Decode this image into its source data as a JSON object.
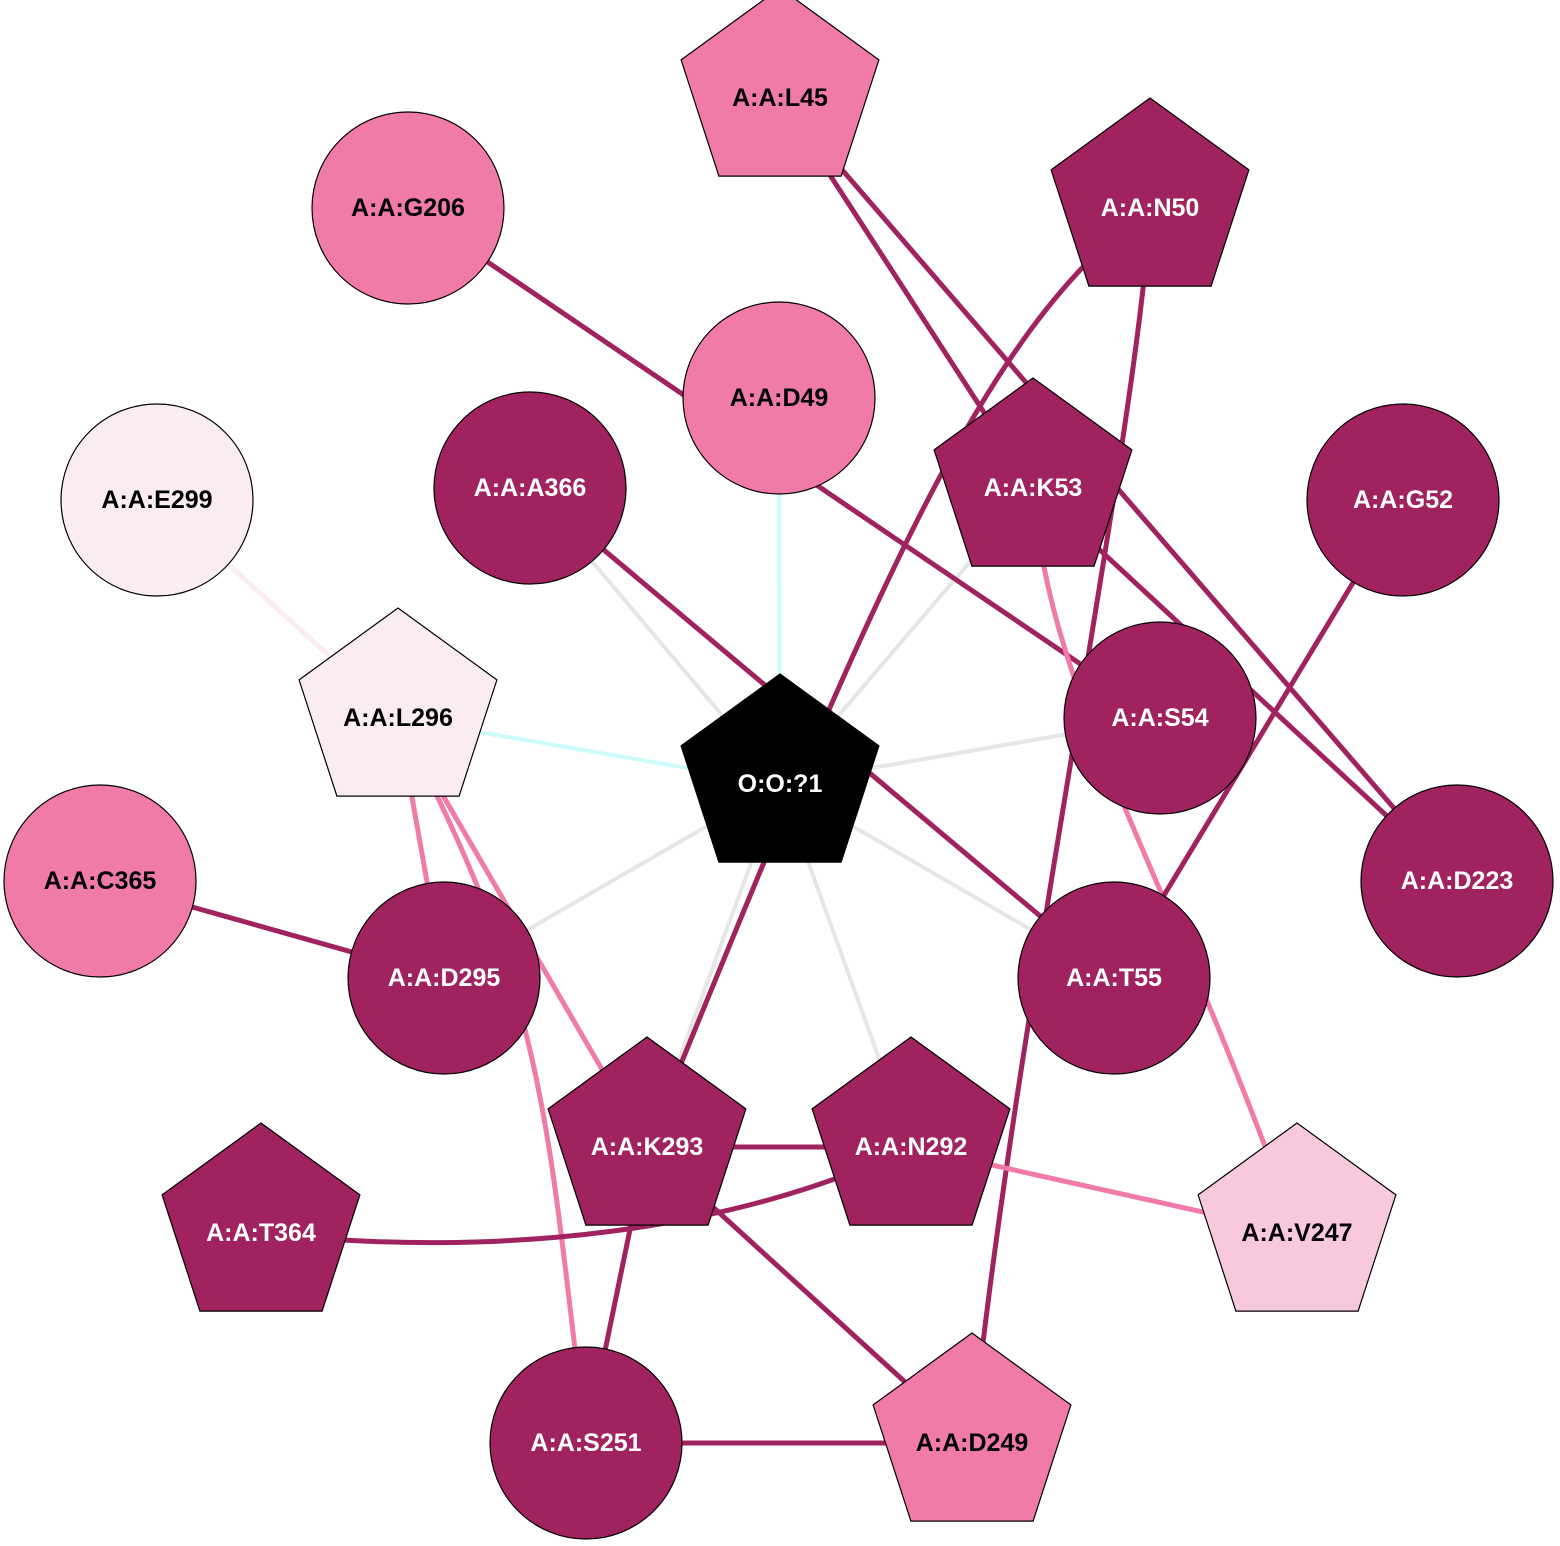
{
  "colors": {
    "dark": "#a0225e",
    "medium": "#f07aa8",
    "light": "#f8c8dc",
    "pale": "#fbebf2",
    "center": "#000000",
    "hydrophobic": "#e6e6e6",
    "cyan": "#ccfcfc",
    "edge_dark": "#a0225e",
    "edge_medium": "#f07aa8",
    "edge_pale": "#fbebf2"
  },
  "nodes": [
    {
      "id": "L45",
      "label": "A:A:L45",
      "shape": "pentagon",
      "fill": "medium",
      "text": "dark-text"
    },
    {
      "id": "G206",
      "label": "A:A:G206",
      "shape": "circle",
      "fill": "medium",
      "text": "dark-text"
    },
    {
      "id": "N50",
      "label": "A:A:N50",
      "shape": "pentagon",
      "fill": "dark",
      "text": "light-text"
    },
    {
      "id": "D49",
      "label": "A:A:D49",
      "shape": "circle",
      "fill": "medium",
      "text": "dark-text"
    },
    {
      "id": "A366",
      "label": "A:A:A366",
      "shape": "circle",
      "fill": "dark",
      "text": "light-text"
    },
    {
      "id": "K53",
      "label": "A:A:K53",
      "shape": "pentagon",
      "fill": "dark",
      "text": "light-text"
    },
    {
      "id": "G52",
      "label": "A:A:G52",
      "shape": "circle",
      "fill": "dark",
      "text": "light-text"
    },
    {
      "id": "E299",
      "label": "A:A:E299",
      "shape": "circle",
      "fill": "pale",
      "text": "dark-text"
    },
    {
      "id": "L296",
      "label": "A:A:L296",
      "shape": "pentagon",
      "fill": "pale",
      "text": "dark-text"
    },
    {
      "id": "S54",
      "label": "A:A:S54",
      "shape": "circle",
      "fill": "dark",
      "text": "light-text"
    },
    {
      "id": "O1",
      "label": "O:O:?1",
      "shape": "pentagon",
      "fill": "center",
      "text": "light-text"
    },
    {
      "id": "D223",
      "label": "A:A:D223",
      "shape": "circle",
      "fill": "dark",
      "text": "light-text"
    },
    {
      "id": "C365",
      "label": "A:A:C365",
      "shape": "circle",
      "fill": "medium",
      "text": "dark-text"
    },
    {
      "id": "D295",
      "label": "A:A:D295",
      "shape": "circle",
      "fill": "dark",
      "text": "light-text"
    },
    {
      "id": "T55",
      "label": "A:A:T55",
      "shape": "circle",
      "fill": "dark",
      "text": "light-text"
    },
    {
      "id": "K293",
      "label": "A:A:K293",
      "shape": "pentagon",
      "fill": "dark",
      "text": "light-text"
    },
    {
      "id": "N292",
      "label": "A:A:N292",
      "shape": "pentagon",
      "fill": "dark",
      "text": "light-text"
    },
    {
      "id": "T364",
      "label": "A:A:T364",
      "shape": "pentagon",
      "fill": "dark",
      "text": "light-text"
    },
    {
      "id": "V247",
      "label": "A:A:V247",
      "shape": "pentagon",
      "fill": "light",
      "text": "dark-text"
    },
    {
      "id": "S251",
      "label": "A:A:S251",
      "shape": "circle",
      "fill": "dark",
      "text": "light-text"
    },
    {
      "id": "D249",
      "label": "A:A:D249",
      "shape": "pentagon",
      "fill": "medium",
      "text": "dark-text"
    }
  ],
  "edges": [
    {
      "source": "O1",
      "target": "D49",
      "color": "cyan"
    },
    {
      "source": "O1",
      "target": "L296",
      "color": "cyan"
    },
    {
      "source": "O1",
      "target": "A366",
      "color": "hydrophobic"
    },
    {
      "source": "O1",
      "target": "K53",
      "color": "hydrophobic"
    },
    {
      "source": "O1",
      "target": "S54",
      "color": "hydrophobic"
    },
    {
      "source": "O1",
      "target": "T55",
      "color": "hydrophobic"
    },
    {
      "source": "O1",
      "target": "D295",
      "color": "hydrophobic"
    },
    {
      "source": "O1",
      "target": "K293",
      "color": "hydrophobic"
    },
    {
      "source": "O1",
      "target": "N292",
      "color": "hydrophobic"
    },
    {
      "source": "E299",
      "target": "L296",
      "color": "edge_pale"
    },
    {
      "source": "L45",
      "target": "K53",
      "color": "edge_dark"
    },
    {
      "source": "L45",
      "target": "D223",
      "color": "edge_dark"
    },
    {
      "source": "G206",
      "target": "S54",
      "color": "edge_dark"
    },
    {
      "source": "N50",
      "target": "K293",
      "color": "edge_dark"
    },
    {
      "source": "N50",
      "target": "D249",
      "color": "edge_dark"
    },
    {
      "source": "A366",
      "target": "T55",
      "color": "edge_dark"
    },
    {
      "source": "K53",
      "target": "D223",
      "color": "edge_dark"
    },
    {
      "source": "K53",
      "target": "V247",
      "color": "edge_medium"
    },
    {
      "source": "G52",
      "target": "T55",
      "color": "edge_dark"
    },
    {
      "source": "L296",
      "target": "D295",
      "color": "edge_medium"
    },
    {
      "source": "L296",
      "target": "K293",
      "color": "edge_medium"
    },
    {
      "source": "L296",
      "target": "S251",
      "color": "edge_medium"
    },
    {
      "source": "C365",
      "target": "D295",
      "color": "edge_dark"
    },
    {
      "source": "K293",
      "target": "N292",
      "color": "edge_dark"
    },
    {
      "source": "K293",
      "target": "S251",
      "color": "edge_dark"
    },
    {
      "source": "K293",
      "target": "D249",
      "color": "edge_dark"
    },
    {
      "source": "N292",
      "target": "V247",
      "color": "edge_medium"
    },
    {
      "source": "N292",
      "target": "T364",
      "color": "edge_dark"
    },
    {
      "source": "S251",
      "target": "D249",
      "color": "edge_dark"
    }
  ]
}
